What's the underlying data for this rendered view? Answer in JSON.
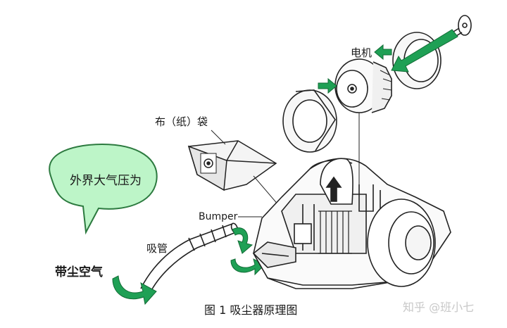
{
  "labels": {
    "motor": "电机",
    "bag": "布（纸）袋",
    "bumper": "Bumper",
    "atmosphere": "外界大气压为",
    "hose": "吸管",
    "dusty_air": "带尘空气"
  },
  "caption": "图 1  吸尘器原理图",
  "watermark": "知乎 @班小七",
  "colors": {
    "arrow_green": "#1fa055",
    "bubble_fill": "#bdf5c8",
    "bubble_stroke": "#2c7a3f",
    "line": "#222222"
  }
}
